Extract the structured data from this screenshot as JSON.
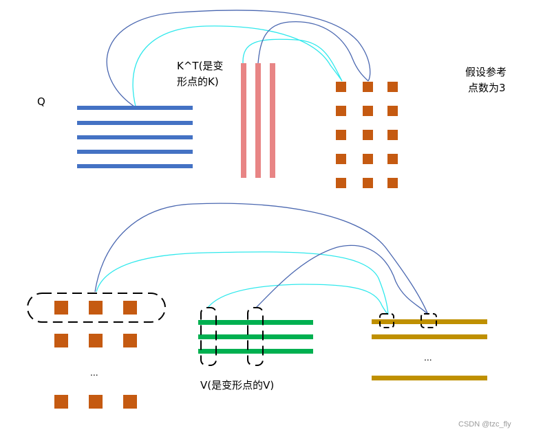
{
  "labels": {
    "q": "Q",
    "kt_line1": "K^T(是变",
    "kt_line2": "形点的K)",
    "note_line1": "假设参考",
    "note_line2": "点数为3",
    "v": "V(是变形点的V)",
    "dots_left": "...",
    "dots_right": "...",
    "watermark": "CSDN @tzc_fly"
  },
  "colors": {
    "q_bar": "#4472c4",
    "k_bar": "#e88585",
    "square": "#c55a11",
    "v_bar": "#00b050",
    "out_bar": "#bf9000",
    "arc_dark": "#4a67b0",
    "arc_cyan": "#2fe8ec",
    "dash": "#000000"
  }
}
